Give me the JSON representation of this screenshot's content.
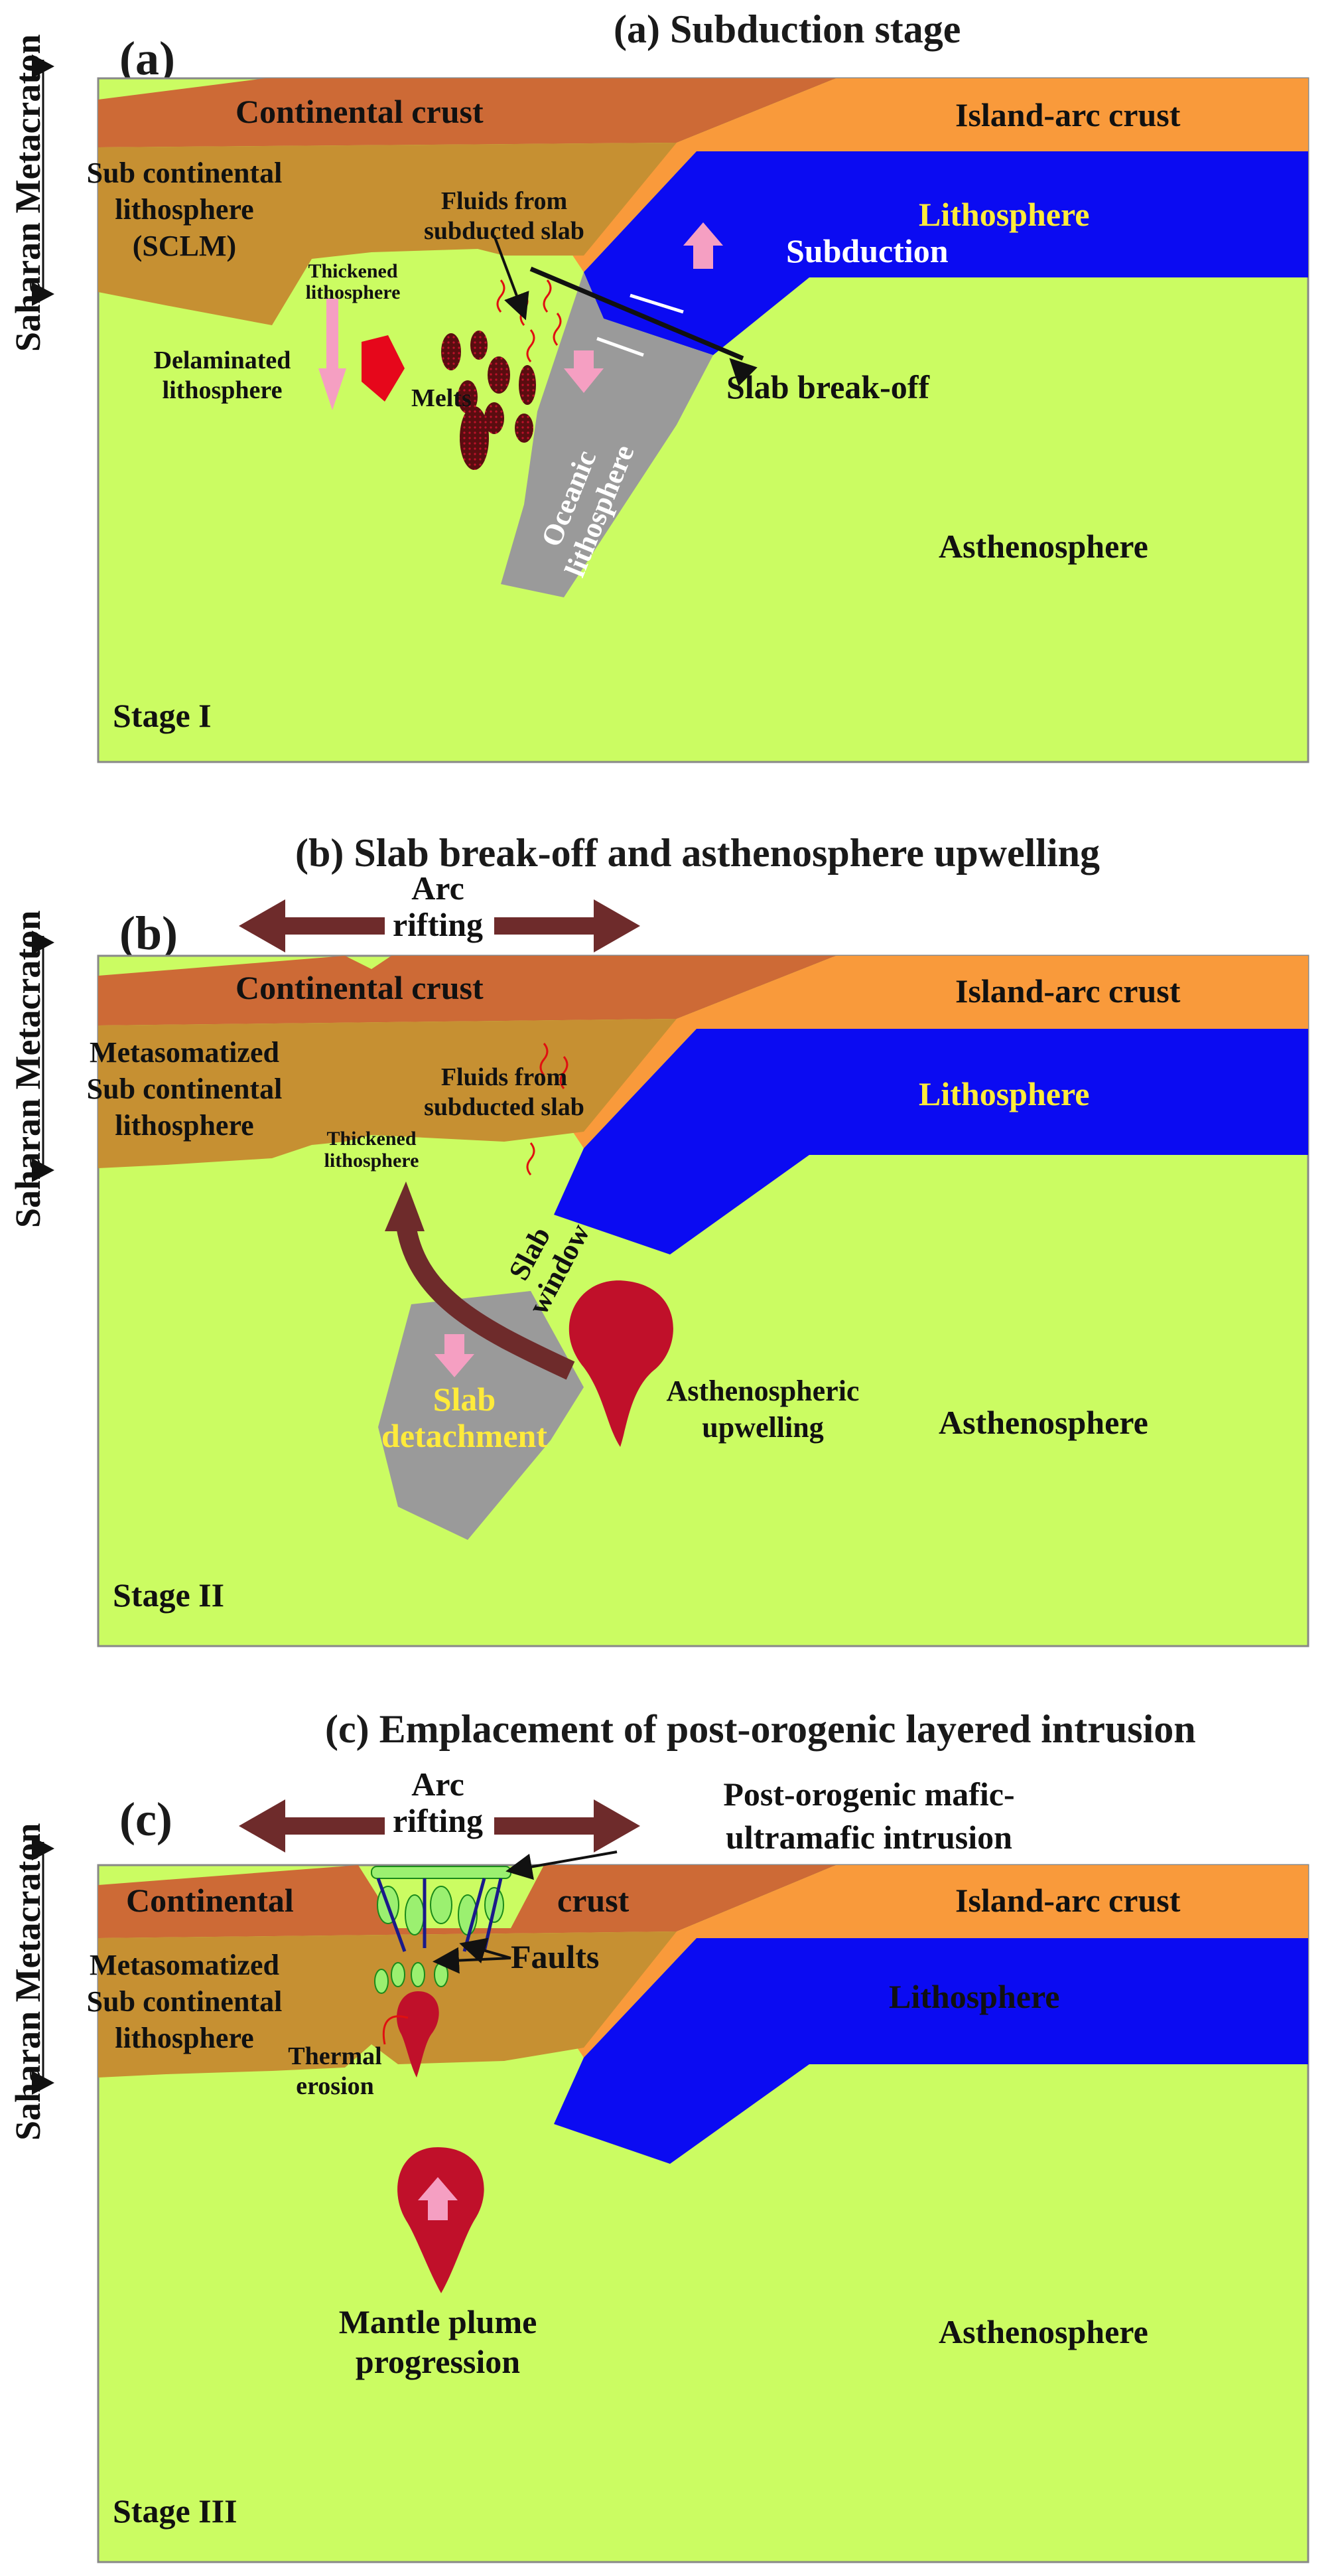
{
  "colors": {
    "continental_crust": "#cd6a36",
    "island_arc_crust": "#f99a3b",
    "sclm": "#c69032",
    "lithosphere": "#0b0bf2",
    "asthenosphere": "#cbfc62",
    "oceanic_lithosphere": "#9a9a9a",
    "melt_red": "#c0102a",
    "arrow_brown": "#6e2b2b",
    "arrow_pink": "#f59fc2"
  },
  "side_label": "Saharan Metacraton",
  "panel_a": {
    "tag": "(a)",
    "title": "(a) Subduction stage",
    "continental_crust": "Continental crust",
    "island_arc_crust": "Island-arc crust",
    "sclm": [
      "Sub continental",
      "lithosphere",
      "(SCLM)"
    ],
    "fluids": [
      "Fluids from",
      "subducted slab"
    ],
    "lithosphere": "Lithosphere",
    "subduction": "Subduction",
    "thickened": [
      "Thickened",
      "lithosphere"
    ],
    "delaminated": [
      "Delaminated",
      "lithosphere"
    ],
    "melts": "Melts",
    "slab_breakoff": "Slab break-off",
    "oceanic": [
      "Oceanic",
      "lithosphere"
    ],
    "asthenosphere": "Asthenosphere",
    "stage": "Stage I"
  },
  "panel_b": {
    "tag": "(b)",
    "title": "(b) Slab break-off and asthenosphere upwelling",
    "arc_rifting": [
      "Arc",
      "rifting"
    ],
    "continental_crust": "Continental crust",
    "island_arc_crust": "Island-arc crust",
    "sclm": [
      "Metasomatized",
      "Sub continental",
      "lithosphere"
    ],
    "fluids": [
      "Fluids from",
      "subducted slab"
    ],
    "thickened": [
      "Thickened",
      "lithosphere"
    ],
    "lithosphere": "Lithosphere",
    "slab_window": [
      "Slab",
      "window"
    ],
    "slab_detachment": [
      "Slab",
      "detachment"
    ],
    "asthenospheric_upwelling": [
      "Asthenospheric",
      "upwelling"
    ],
    "asthenosphere": "Asthenosphere",
    "stage": "Stage II"
  },
  "panel_c": {
    "tag": "(c)",
    "title": "(c) Emplacement of post-orogenic layered intrusion",
    "arc_rifting": [
      "Arc",
      "rifting"
    ],
    "intrusion": [
      "Post-orogenic mafic-",
      "ultramafic intrusion"
    ],
    "continental": "Continental",
    "crust": "crust",
    "island_arc_crust": "Island-arc crust",
    "faults": "Faults",
    "sclm": [
      "Metasomatized",
      "Sub continental",
      "lithosphere"
    ],
    "lithosphere": "Lithosphere",
    "thermal_erosion": [
      "Thermal",
      "erosion"
    ],
    "mantle_plume": [
      "Mantle plume",
      "progression"
    ],
    "asthenosphere": "Asthenosphere",
    "stage": "Stage III"
  }
}
